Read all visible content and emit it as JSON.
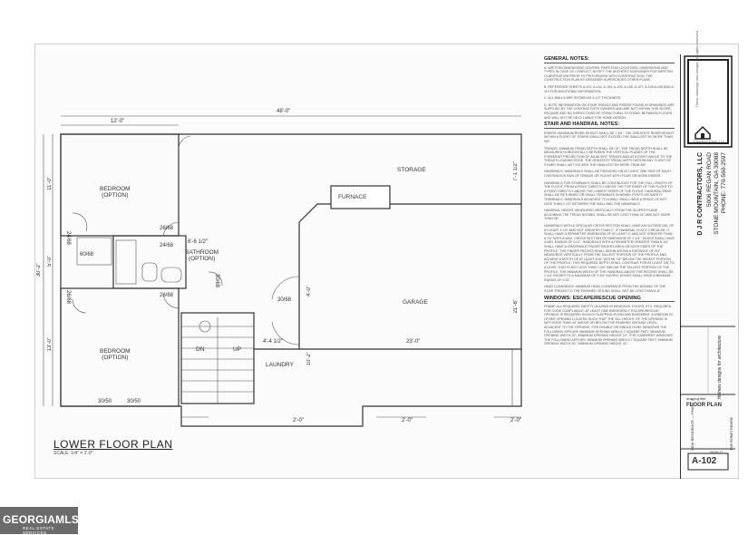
{
  "plan": {
    "overall_width": "48'-0\"",
    "bedroom_width": "12'-0\"",
    "overall_depth": "30'-2\"",
    "dim_11": "11'-0\"",
    "dim_5": "5'-0\"",
    "dim_13": "13'-0\"",
    "dim_7": "7'-1 1/2\"",
    "dim_21": "21'-8\"",
    "dim_4": "4'-0\"",
    "dim_10": "10'-2\"",
    "dim_23": "23'-0\"",
    "dim_6": "6'-6 1/2\"",
    "dim_44": "4'-4 1/2\"",
    "dim_2a": "2'-0\"",
    "dim_2b": "2'-0\"",
    "dim_2c": "2'-0\"",
    "bedroom_top": "BEDROOM",
    "bedroom_top_sub": "(OPTION)",
    "bedroom_bot": "BEDROOM",
    "bedroom_bot_sub": "(OPTION)",
    "bathroom": "BATHROOM",
    "bathroom_sub": "(OPTION)",
    "storage": "STORAGE",
    "furnace": "FURNACE",
    "garage": "GARAGE",
    "laundry": "LAUNDRY",
    "dn": "DN",
    "up": "UP",
    "door_2668a": "26/68",
    "door_2668b": "26/68",
    "door_2668c": "26/68",
    "door_2468": "24/68",
    "door_3068": "30/68",
    "door_6068": "60/68",
    "door_2468v": "24/68",
    "door_2668v": "26/68",
    "door_3068v": "30/68",
    "win_3050a": "30/50",
    "win_3050b": "30/50",
    "title": "LOWER FLOOR PLAN",
    "scale": "SCALE: 1/4\" = 1'-0\""
  },
  "notes": {
    "general_title": "GENERAL NOTES:",
    "general_1": "A. WRITTEN DIMENSIONS GOVERN. PARTITION LOCATIONS, DIMENSIONS AND TYPES IN CASE OF CONFLICT, NOTIFY THE ARCHITECT/DESIGNER FOR WRITTEN CLARIFICATION PRIOR TO PROCEEDING WITH CONSTRUCTION. THE CONSTRUCTION PLAN BY DESIGNER SUPERCEDES OTHER PLANS.",
    "general_2": "B. REFERENCE SHEETS A-101, A-102, A-104, A-105, A-106, A-107, A-108 A-109 AND A-110 FOR ADDITIONAL INFORMATION.",
    "general_3": "C. ALL WALLS ARE SHOWN AS 3-1/2\" THICKNESS.",
    "general_4": "D. NOTE INFORMATION ON STAIR TREADS AND RISERS FOUND IN DRAWINGS ARE SUPPLIED BY THE CONTRACTOR'S OWNERS AND ARE NOT WITHIN THIS SCOPE, REQUIRE AND NO INSPECTIONS OF STRUCTURAL SYSTEMS. BETWEEN FLOORS AND WILL NOT BE HELD LIABLE FOR SOME DESIGN.",
    "stair_title": "STAIR AND HANDRAIL NOTES:",
    "stair_1": "RISERS: MAXIMUM RISER HEIGHT SHALL BE 7 3/4\". THE GREATEST RISER HEIGHT WITHIN A FLIGHT OF STAIRS SHALL NOT EXCEED THE SMALLEST BY MORE THAN 3/8\".",
    "stair_2": "TREADS: MINIMUM TREAD DEPTH SHALL BE 10\". THE TREAD DEPTH SHALL BE MEASURED HORIZONTALLY BETWEEN THE VERTICAL PLANES OF THE FOREMOST PROJECTION OF ADJACENT TREADS AND AT A RIGHT ANGLE TO THE TREAD'S LEADING EDGE. THE GREATEST TREAD DEPTH WITHIN ANY FLIGHT OF STAIRS SHALL NOT EXCEED THE SMALLEST BY MORE THAN 3/8\".",
    "stair_3": "HANDRAILS: HANDRAILS SHALL BE PROVIDED ON AT LEAST ONE SIDE OF EACH CONTINUOUS RUN OF TREADS OR FLIGHT WITH FOUR OR MORE RISERS.",
    "stair_4": "HANDRAILS FOR STAIRWAYS SHALL BE CONTINUOUS FOR THE FULL LENGTH OF THE FLIGHT, FROM A POINT DIRECTLY ABOVE THE TOP RISER OF THE FLIGHT TO A POINT DIRECTLY ABOVE THE LOWEST RISER OF THE FLIGHT. HANDRAIL ENDS SHALL BE RETURNED OR SHALL TERMINATE IN NEWEL POSTS OR SAFETY TERMINALS. HANDRAILS ADJACENT TO A WALL SHALL HAVE A SPACE OF NOT LESS THAN 1 1/2\" BETWEEN THE WALL AND THE HANDRAILS.",
    "stair_5": "HANDRAIL HEIGHT, MEASURED VERTICALLY FROM THE SLOPED PLANE ADJOINING THE TREAD NOSING, SHALL BE NOT LESS THAN 34\" AND NOT MORE THAN 38\".",
    "stair_6": "HANDRAILS WITH A CIRCULAR CROSS SECTION SHALL HAVE AN OUTSIDE DIA. OF AT LEAST 1 1/4\" AND NOT GREATER THAN 2\". IF HANDRAIL IS NOT CIRCULAR, IT SHALL HAVE A PERIMETER DIMENSION OF AT LEAST 4\" AND NOT GREATER THAN 6 1/4\" WITH A MAX. CROSS SECTION OF DIMENSION OF 2 1/4\". EDGES SHALL HAVE A MIN. RADIUS OF 0.01\". HANDRAILS WITH A PERIMETER GREATER THAN 6 1/4\" SHALL HAVE A GRASPABLE FINGER RECESS AREA ON BOTH SIDES OF THE PROFILE. THE FINGER RECESS SHALL BEGIN WITHIN A DISTANCE OF 3/4\" MEASURED VERTICALLY FROM THE TALLEST PORTION OF THE PROFILE AND ACHIEVE A DEPTH OF AT LEAST 5/16\" WITHIN 7/8\" BELOW THE WIDEST PORTION OF THE PROFILE. THIS REQUIRED DEPTH SHALL CONTINUE FOR AT LEAST 3/8\" TO A LEVEL THAT IS NOT LESS THAN 1 3/4\" BELOW THE TALLEST PORTION OF THE PROFILE. THE MINIMUM WIDTH OF THE HANDRAIL ABOVE THE RECESS SHALL BE 1 1/4\" INCHES TO A MAXIMUM OF 2 3/4\" INCHES. EDGES SHALL HAVE A MINIMUM RADIUS OF 0.01\".",
    "stair_7": "HEAD CLEARANCE: MINIMUM HEAD CLEARANCE FROM THE NOSING OF THE STAIR TREADS TO THE FINISHED CEILING SHALL NOT BE LESS THAN 6'-8\".",
    "windows_title": "WINDOWS: ESCAPE/RESCUE OPENING",
    "windows_1": "FRAME ALL REQUIRED SAFETY GLAZING IN WINDOWS, DOORS, ETC. REQUIRED FOR CODE COMPLIANCE. AT LEAST ONE EMERGENCY ESCAPE/RESCUE OPENING IS REQUIRED IN EACH SLEEPING ROOM AND BASEMENT. A WINDOW IN OTHER OPENING LOCATED SUCH THAT THE SILL HEIGHT OF THE OPENING IS NOT MORE THAN 44\" ABOVE OR BELOW THE FINISHED GROUND LEVEL ADJACENT TO THE OPENING. FOR DOUBLE OR SINGLE HUNG WINDOWS THE FOLLOWING APPLIES: MINIMUM OPENING AREA 5.7 SQUARE FEET, MINIMUM OPENING WIDTH 20\", MINIMUM OPENING HEIGHT 24\". FOR CASEMENT WINDOWS THE FOLLOWING APPLIES: MINIMUM OPENING AREA 5.7 SQUARE FEET, MINIMUM OPENING WIDTH 20\", MINIMUM OPENING HEIGHT 41\"."
  },
  "titleblock": {
    "company": "D J R CONTRACTORS, LLC",
    "address": "5006 REGAN ROAD",
    "city": "STONE MOUNTAIN, GA 30088",
    "phone": "PHONE: 770-560-2597",
    "designer": "Holmes designs for architecture",
    "project": "NEW RESIDENCE — PHASE 2",
    "drawing_title_label": "drawing title",
    "drawing_title": "FLOOR PLAN",
    "date": "06-05-17",
    "sheet_number": "A-102",
    "footer": "FOR PERMIT REVIEW",
    "logo_text": "CONTRACTORS, LLC"
  },
  "watermark": {
    "brand": "GEORGIAMLS",
    "sub": "REAL ESTATE SERVICES"
  },
  "copyright": "These drawings and designs, all rights reserved"
}
